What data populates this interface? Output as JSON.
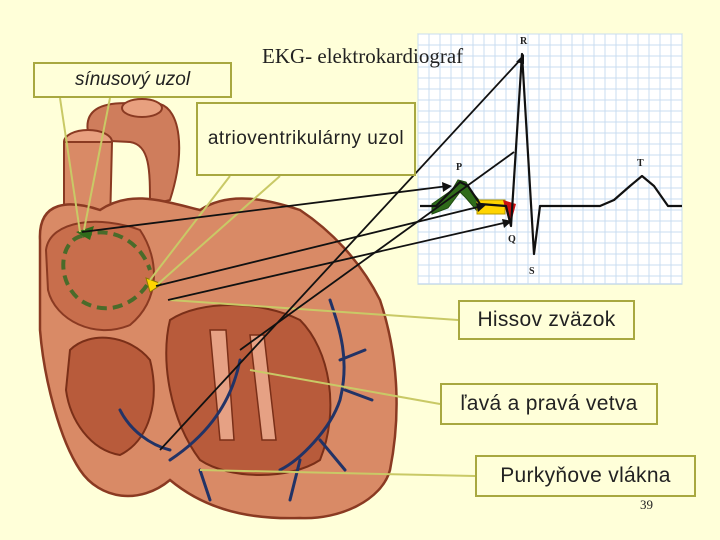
{
  "labels": {
    "sinus_node": "sínusový uzol",
    "ekg_title": "EKG- elektrokardiograf",
    "av_node": "atrioventrikulárny uzol",
    "his_bundle": "Hissov zväzok",
    "bundle_branches": "ľavá a pravá vetva",
    "purkinje": "Purkyňove vlákna"
  },
  "ekg_waves": {
    "r": "R",
    "p": "P",
    "t": "T",
    "q": "Q",
    "s": "S"
  },
  "page_number": "39",
  "colors": {
    "background": "#ffffd9",
    "callout_border": "#a8a840",
    "heart_flesh": "#d98a66",
    "heart_dark": "#a3452e",
    "ekg_grid": "#a9c7e8",
    "p_wave_highlight": "#2f6b1a",
    "pr_segment_highlight": "#ffd400",
    "q_highlight": "#cc1111",
    "conduction_path": "#4a6b2a",
    "purkinje_fibers": "#223366"
  }
}
